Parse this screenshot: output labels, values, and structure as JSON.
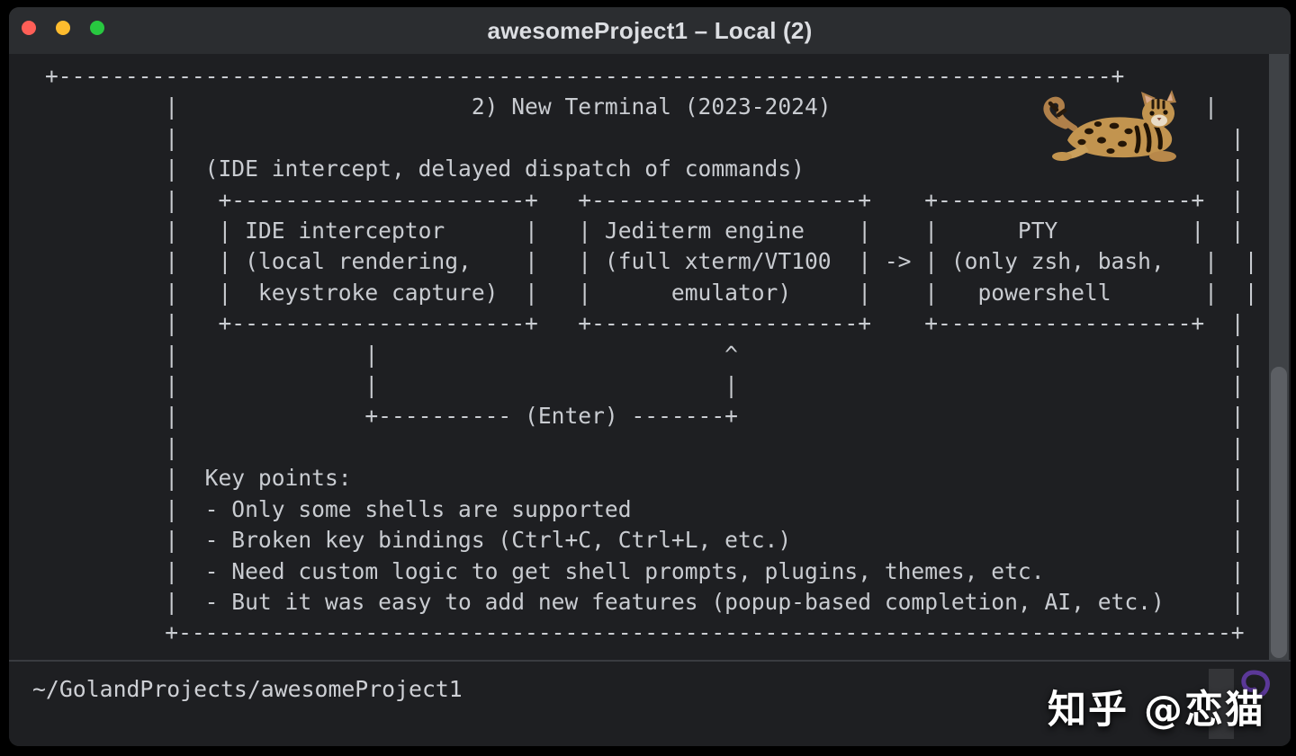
{
  "window": {
    "title": "awesomeProject1 – Local (2)",
    "traffic_lights": [
      {
        "name": "close",
        "color": "#ff5f57"
      },
      {
        "name": "minimize",
        "color": "#febc2e"
      },
      {
        "name": "zoom",
        "color": "#28c840"
      }
    ]
  },
  "terminal": {
    "ascii_lines": [
      "+-------------------------------------------------------------------------------+",
      "         |                      2) New Terminal (2023-2024)                            |",
      "         |                                                                               |",
      "         |  (IDE intercept, delayed dispatch of commands)                                |",
      "         |   +----------------------+   +--------------------+    +-------------------+  |",
      "         |   | IDE interceptor      |   | Jediterm engine    |    |      PTY          |  |",
      "         |   | (local rendering,    |   | (full xterm/VT100  | -> | (only zsh, bash,   |  |",
      "         |   |  keystroke capture)  |   |      emulator)     |    |   powershell       |  |",
      "         |   +----------------------+   +--------------------+    +-------------------+  |",
      "         |              |                          ^                                     |",
      "         |              |                          |                                     |",
      "         |              +---------- (Enter) -------+                                     |",
      "         |                                                                               |",
      "         |  Key points:                                                                  |",
      "         |  - Only some shells are supported                                             |",
      "         |  - Broken key bindings (Ctrl+C, Ctrl+L, etc.)                                 |",
      "         |  - Need custom logic to get shell prompts, plugins, themes, etc.              |",
      "         |  - But it was easy to add new features (popup-based completion, AI, etc.)     |",
      "         +-------------------------------------------------------------------------------+"
    ]
  },
  "status_bar": {
    "path": "~/GolandProjects/awesomeProject1"
  },
  "watermark": {
    "text": "知乎 @恋猫"
  },
  "icons": {
    "cat": "bengal-cat-image",
    "purple_mark": "purple-logo-icon"
  },
  "colors": {
    "page_background": "#000000",
    "titlebar_bg": "#2b2d30",
    "terminal_bg": "#1e1f22",
    "separator": "#393b40",
    "terminal_text": "#c9ccd1",
    "title_text": "#dcdee2",
    "status_text": "#ced0d5",
    "scrollbar_track": "#3f4246",
    "scrollbar_thumb": "#5c5f64",
    "watermark_text": "#ffffff",
    "watermark_logo": "#5b3898",
    "light_close": "#ff5f57",
    "light_minimize": "#febc2e",
    "light_zoom": "#28c840"
  }
}
